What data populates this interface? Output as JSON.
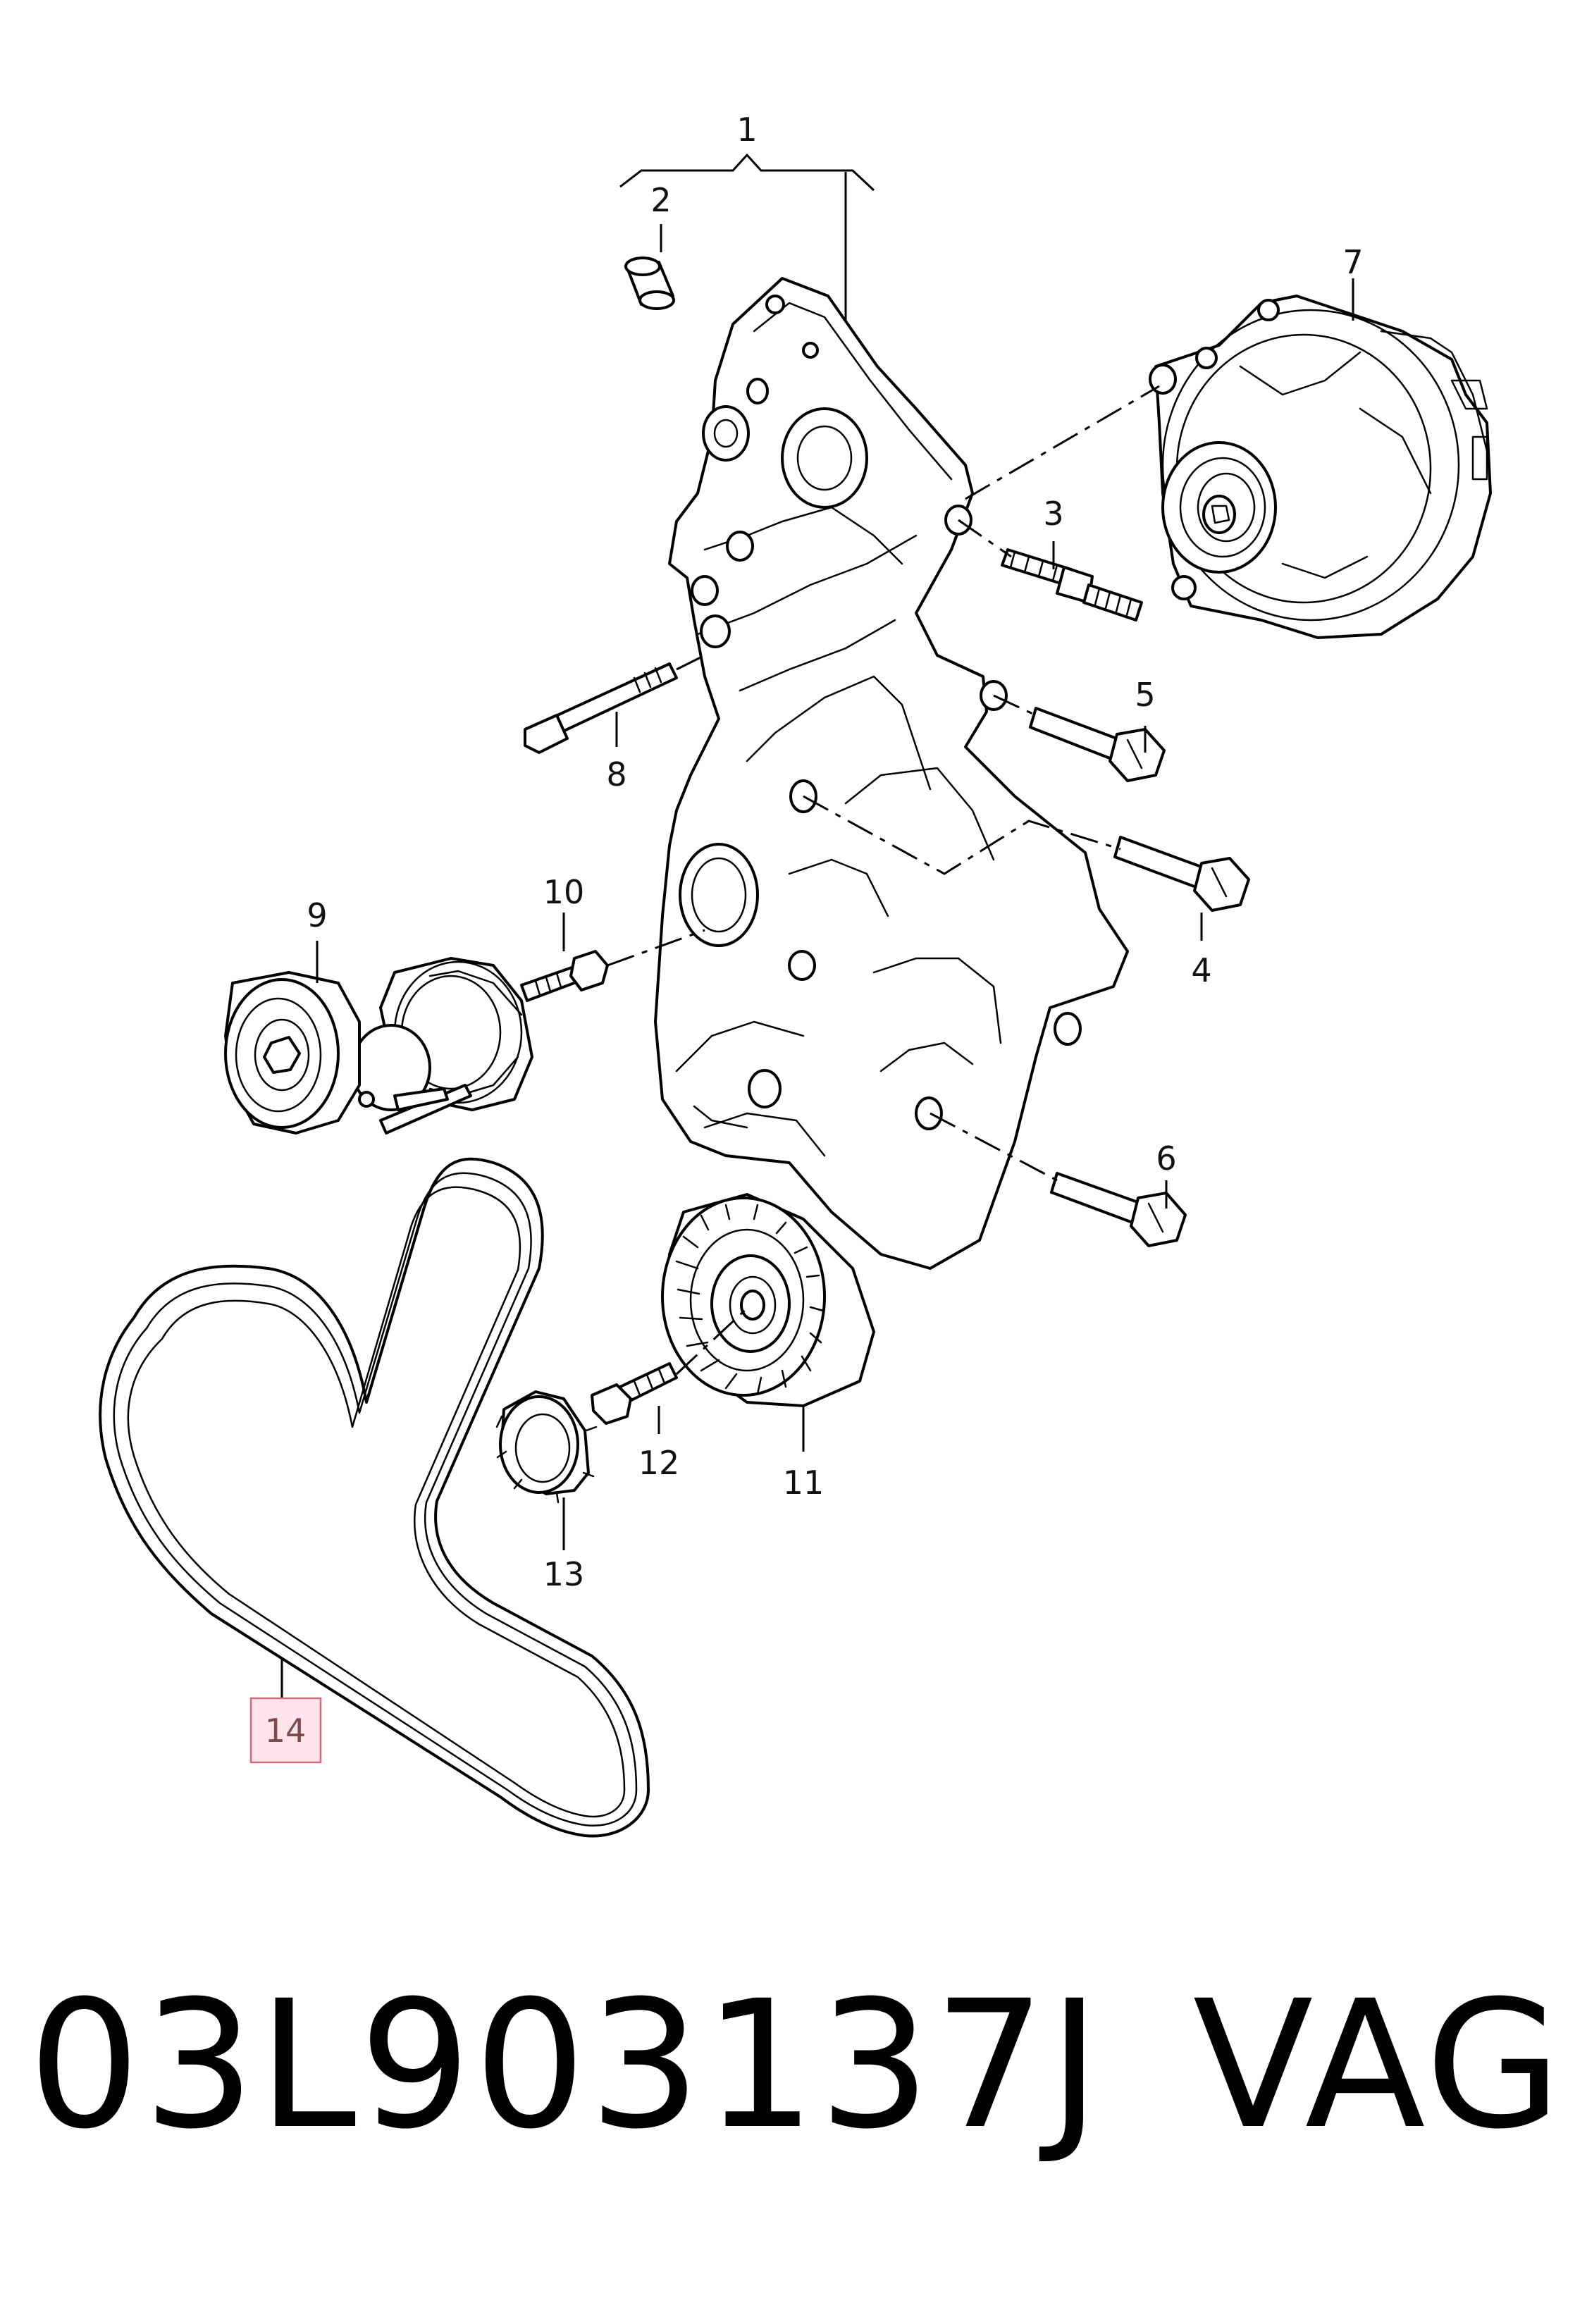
{
  "diagram": {
    "callouts": [
      {
        "id": "1",
        "label": "1"
      },
      {
        "id": "2",
        "label": "2"
      },
      {
        "id": "3",
        "label": "3"
      },
      {
        "id": "4",
        "label": "4"
      },
      {
        "id": "5",
        "label": "5"
      },
      {
        "id": "6",
        "label": "6"
      },
      {
        "id": "7",
        "label": "7"
      },
      {
        "id": "8",
        "label": "8"
      },
      {
        "id": "9",
        "label": "9"
      },
      {
        "id": "10",
        "label": "10"
      },
      {
        "id": "11",
        "label": "11"
      },
      {
        "id": "12",
        "label": "12"
      },
      {
        "id": "13",
        "label": "13"
      },
      {
        "id": "14",
        "label": "14",
        "highlighted": true
      }
    ],
    "highlight_color": "#fde4ea",
    "highlight_border": "#d2697f"
  },
  "caption": {
    "part_number": "03L903137J",
    "brand": "VAG"
  }
}
